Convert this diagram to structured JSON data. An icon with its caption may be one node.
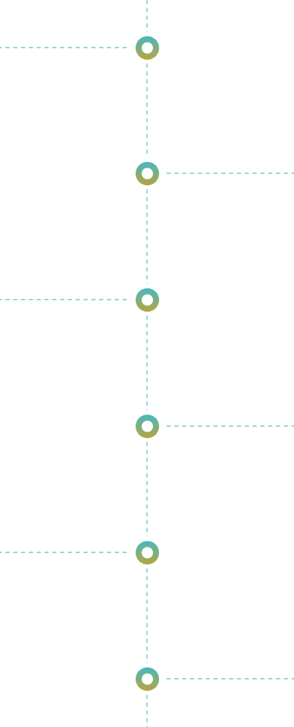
{
  "diagram": {
    "nodes": [
      {
        "text": [],
        "shape": "ring"
      },
      {
        "text": [],
        "shape": "ring"
      },
      {
        "text": [],
        "shape": "ring"
      },
      {
        "text": [],
        "shape": "ring"
      },
      {
        "text": [],
        "shape": "ring"
      },
      {
        "text": [],
        "shape": "ring"
      }
    ],
    "edges": [
      {
        "from": null,
        "to": 0,
        "arrow": "none",
        "style": "dashed"
      },
      {
        "from": 0,
        "to": null,
        "arrow": "none",
        "style": "dashed"
      },
      {
        "from": 0,
        "to": 1,
        "arrow": "none",
        "style": "dashed"
      },
      {
        "from": 1,
        "to": null,
        "arrow": "none",
        "style": "dashed"
      },
      {
        "from": 1,
        "to": 2,
        "arrow": "none",
        "style": "dashed"
      },
      {
        "from": 2,
        "to": null,
        "arrow": "none",
        "style": "dashed"
      },
      {
        "from": 2,
        "to": 3,
        "arrow": "none",
        "style": "dashed"
      },
      {
        "from": 3,
        "to": null,
        "arrow": "none",
        "style": "dashed"
      },
      {
        "from": 3,
        "to": 4,
        "arrow": "none",
        "style": "dashed"
      },
      {
        "from": 4,
        "to": null,
        "arrow": "none",
        "style": "dashed"
      },
      {
        "from": 4,
        "to": 5,
        "arrow": "none",
        "style": "dashed"
      },
      {
        "from": 5,
        "to": null,
        "arrow": "none",
        "style": "dashed"
      },
      {
        "from": 5,
        "to": null,
        "arrow": "none",
        "style": "dashed"
      }
    ]
  }
}
